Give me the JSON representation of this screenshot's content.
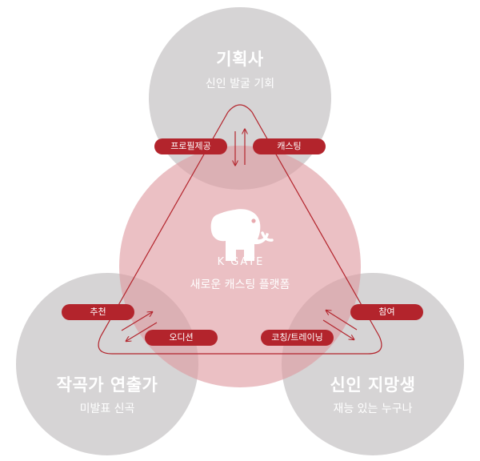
{
  "colors": {
    "gray_circle": "#d6d4d5",
    "pink_circle": "#e8b3b7",
    "accent": "#b3242c",
    "text": "#ffffff"
  },
  "top": {
    "title": "기획사",
    "subtitle": "신인 발굴 기회"
  },
  "center": {
    "icon": "elephant-icon",
    "brand": "K GATE",
    "subtitle": "새로운 캐스팅 플랫폼"
  },
  "left": {
    "title": "작곡가 연출가",
    "subtitle": "미발표 신곡"
  },
  "right": {
    "title": "신인 지망생",
    "subtitle": "재능 있는 누구나"
  },
  "pills": {
    "profile": "프로필제공",
    "casting": "캐스팅",
    "recommend": "추천",
    "audition": "오디션",
    "participate": "참여",
    "coaching": "코칭/트레이닝"
  }
}
